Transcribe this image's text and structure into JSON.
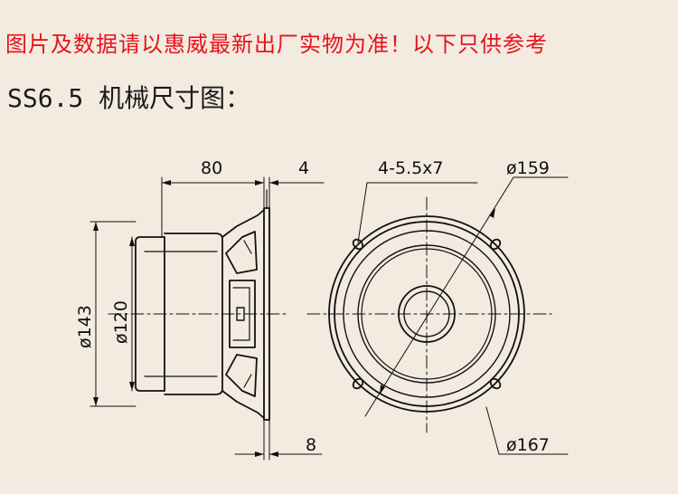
{
  "notice": "图片及数据请以惠威最新出厂实物为准！以下只供参考",
  "heading": "SS6.5 机械尺寸图：",
  "dimensions": {
    "depth": "80",
    "flange": "4",
    "holes": "4-5.5x7",
    "hole_circle": "ø159",
    "outer_dia_side": "ø143",
    "inner_dia_side": "ø120",
    "bottom_offset": "8",
    "outer_dia_front": "ø167"
  },
  "colors": {
    "notice": "#e8121c",
    "line": "#111111",
    "background": "#f3ebe0"
  }
}
